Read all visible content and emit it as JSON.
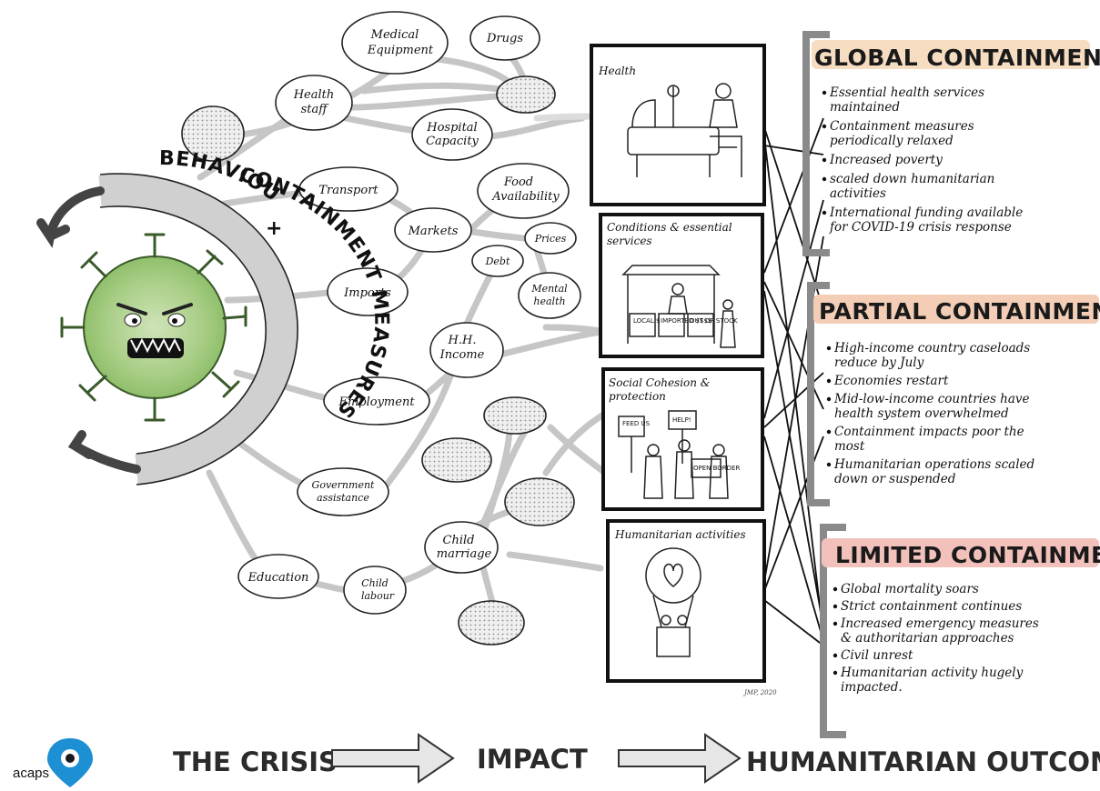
{
  "crisis": {
    "ring_top_text": "BEHAVIOURS",
    "ring_plus": "+",
    "ring_right_text": "CONTAINMENT MEASURES"
  },
  "nodes": {
    "medical_equipment": [
      "Medical",
      "Equipment"
    ],
    "drugs": "Drugs",
    "health_staff": [
      "Health",
      "staff"
    ],
    "hospital_capacity": [
      "Hospital",
      "Capacity"
    ],
    "transport": "Transport",
    "food_availability": [
      "Food",
      "Availability"
    ],
    "markets": "Markets",
    "prices": "Prices",
    "debt": "Debt",
    "mental_health": [
      "Mental",
      "health"
    ],
    "imports": "Imports",
    "hh_income": [
      "H.H.",
      "Income"
    ],
    "employment": "Employment",
    "government_assistance": [
      "Government",
      "assistance"
    ],
    "child_marriage": [
      "Child",
      "marriage"
    ],
    "education": "Education",
    "child_labour": [
      "Child",
      "labour"
    ]
  },
  "panels": {
    "health": "Health",
    "conditions": [
      "Conditions & essential",
      "services"
    ],
    "conditions_signs": [
      "LOCAL $",
      "IMPORTED $$$$",
      "OUT OF STOCK"
    ],
    "social": [
      "Social Cohesion &",
      "protection"
    ],
    "social_signs": [
      "FEED US",
      "HELP!",
      "OPEN BORDER"
    ],
    "humanitarian": "Humanitarian activities",
    "credit": "JMP, 2020"
  },
  "scenarios": {
    "global": {
      "title": "GLOBAL CONTAINMENT",
      "color": "#f6dcc0",
      "bullets": [
        [
          "Essential health services",
          "maintained"
        ],
        [
          "Containment measures",
          "periodically relaxed"
        ],
        [
          "Increased poverty"
        ],
        [
          "scaled down humanitarian",
          "activities"
        ],
        [
          "International funding available",
          "for COVID-19 crisis response"
        ]
      ]
    },
    "partial": {
      "title": "PARTIAL CONTAINMENT",
      "color": "#f4cdb7",
      "bullets": [
        [
          "High-income country caseloads",
          "reduce by July"
        ],
        [
          "Economies restart"
        ],
        [
          "Mid-low-income countries have",
          "health system overwhelmed"
        ],
        [
          "Containment impacts poor the",
          "most"
        ],
        [
          "Humanitarian operations scaled",
          "down or suspended"
        ]
      ]
    },
    "limited": {
      "title": "LIMITED CONTAINMENT",
      "color": "#f2c1bc",
      "bullets": [
        [
          "Global mortality soars"
        ],
        [
          "Strict containment continues"
        ],
        [
          "Increased emergency measures",
          "& authoritarian approaches"
        ],
        [
          "Civil unrest"
        ],
        [
          "Humanitarian activity hugely",
          "impacted."
        ]
      ]
    }
  },
  "flow": {
    "step1": "THE CRISIS",
    "step2": "IMPACT",
    "step3": "HUMANITARIAN OUTCOMES"
  },
  "logo": {
    "text": "acaps",
    "color": "#1d8fd3"
  }
}
